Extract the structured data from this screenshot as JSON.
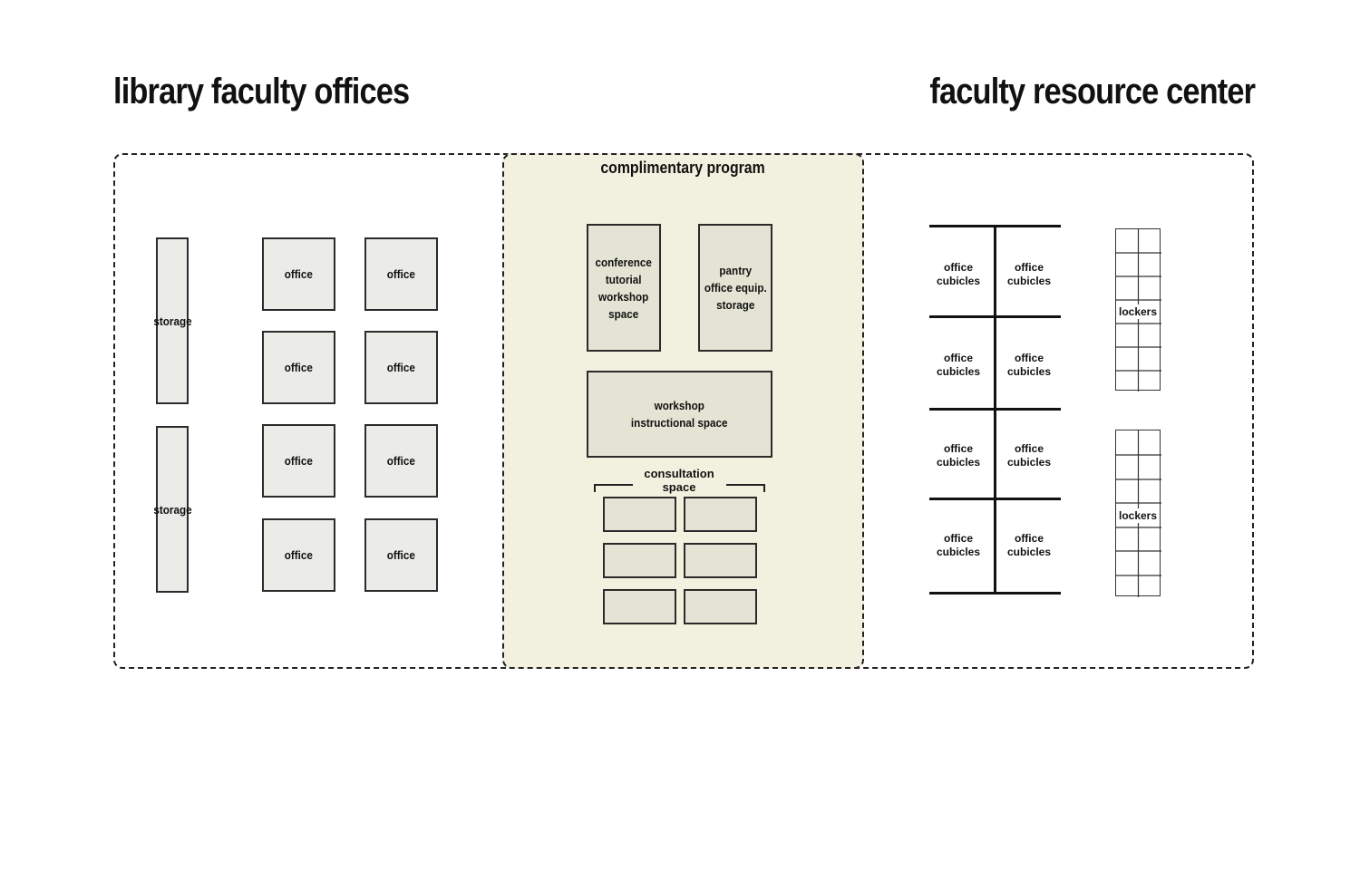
{
  "titles": {
    "left": "library faculty offices",
    "right": "faculty resource center",
    "middle": "complimentary program"
  },
  "library": {
    "storage": [
      "storage",
      "storage"
    ],
    "offices": [
      "office",
      "office",
      "office",
      "office",
      "office",
      "office",
      "office",
      "office"
    ]
  },
  "program": {
    "conference": "conference\ntutorial\nworkshop\nspace",
    "pantry": "pantry\noffice equip.\nstorage",
    "workshop": "workshop\ninstructional space",
    "consultation": "consultation\nspace"
  },
  "resource_center": {
    "cubicles": [
      "office\ncubicles",
      "office\ncubicles",
      "office\ncubicles",
      "office\ncubicles",
      "office\ncubicles",
      "office\ncubicles",
      "office\ncubicles",
      "office\ncubicles"
    ],
    "lockers": [
      "lockers",
      "lockers"
    ]
  },
  "colors": {
    "program_fill": "#f2f1df",
    "room_gray": "#ebebe7",
    "room_tan": "#e4e4d4"
  }
}
